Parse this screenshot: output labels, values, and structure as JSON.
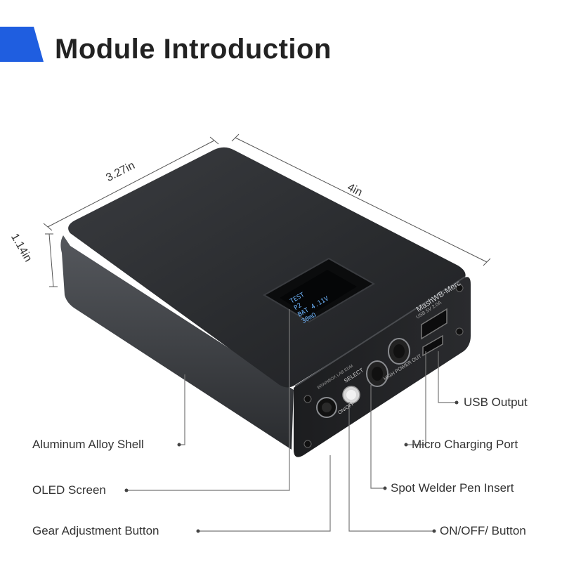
{
  "title": "Module Introduction",
  "colors": {
    "accent": "#1f5ee0",
    "device_body": "#2b2d30",
    "device_face": "#1e1f21",
    "oled_text": "#6fb6ff"
  },
  "dimensions": {
    "width": "3.27in",
    "length": "4in",
    "height": "1.14in"
  },
  "device": {
    "brand": "MashWB-Merc",
    "usb_spec": "USB 5V 2.0A",
    "high_power_out": "HIGH POWER OUT",
    "select": "SELECT",
    "onoff": "ON/OFF",
    "small_label": "BRAINBOX LAB EDM",
    "oled_lines": [
      "TEST",
      "P2",
      "BAT 4.11V",
      "30mΩ"
    ]
  },
  "callouts": {
    "aluminum_shell": "Aluminum Alloy Shell",
    "oled_screen": "OLED Screen",
    "gear_button": "Gear Adjustment Button",
    "usb_output": "USB Output",
    "micro_charging": "Micro Charging Port",
    "spot_welder_pen": "Spot Welder Pen Insert",
    "onoff_button": "ON/OFF/ Button"
  }
}
